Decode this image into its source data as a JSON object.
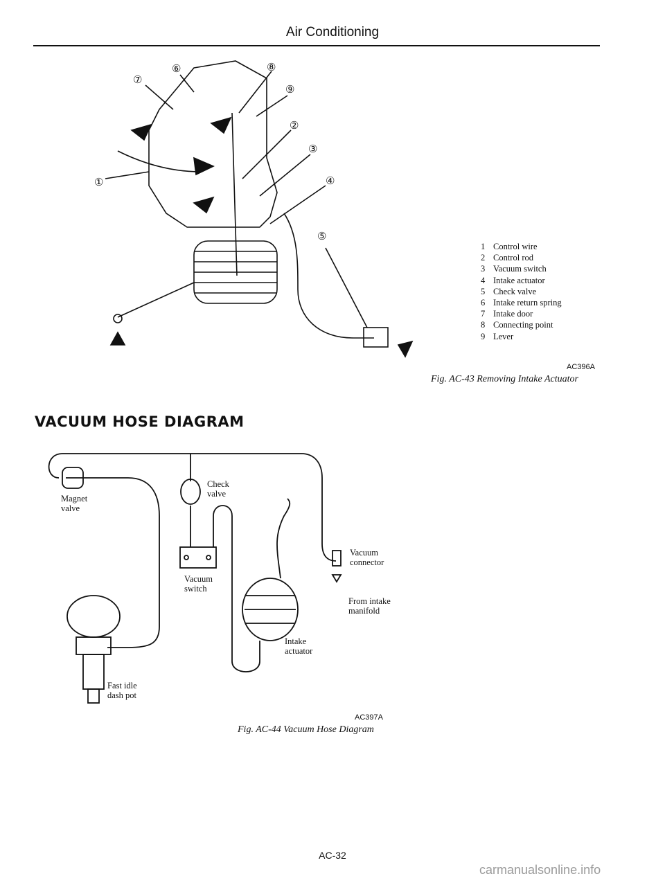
{
  "header": {
    "title": "Air Conditioning"
  },
  "figure1": {
    "callouts": [
      "⑦",
      "⑥",
      "⑧",
      "⑨",
      "②",
      "③",
      "④",
      "⑤",
      "①"
    ],
    "legend": [
      {
        "num": "1",
        "label": "Control wire"
      },
      {
        "num": "2",
        "label": "Control rod"
      },
      {
        "num": "3",
        "label": "Vacuum switch"
      },
      {
        "num": "4",
        "label": "Intake actuator"
      },
      {
        "num": "5",
        "label": "Check valve"
      },
      {
        "num": "6",
        "label": "Intake return spring"
      },
      {
        "num": "7",
        "label": "Intake door"
      },
      {
        "num": "8",
        "label": "Connecting point"
      },
      {
        "num": "9",
        "label": "Lever"
      }
    ],
    "code": "AC396A",
    "caption": "Fig. AC-43  Removing Intake Actuator"
  },
  "section_heading": "VACUUM HOSE DIAGRAM",
  "figure2": {
    "labels": {
      "magnet_valve": "Magnet\nvalve",
      "check_valve": "Check\nvalve",
      "vacuum_switch": "Vacuum\nswitch",
      "vacuum_connector": "Vacuum\nconnector",
      "from_intake": "From intake\nmanifold",
      "intake_actuator": "Intake\nactuator",
      "fast_idle": "Fast idle\ndash pot"
    },
    "code": "AC397A",
    "caption": "Fig. AC-44  Vacuum Hose Diagram"
  },
  "footer": {
    "page_number": "AC-32",
    "watermark": "carmanualsonline.info"
  }
}
